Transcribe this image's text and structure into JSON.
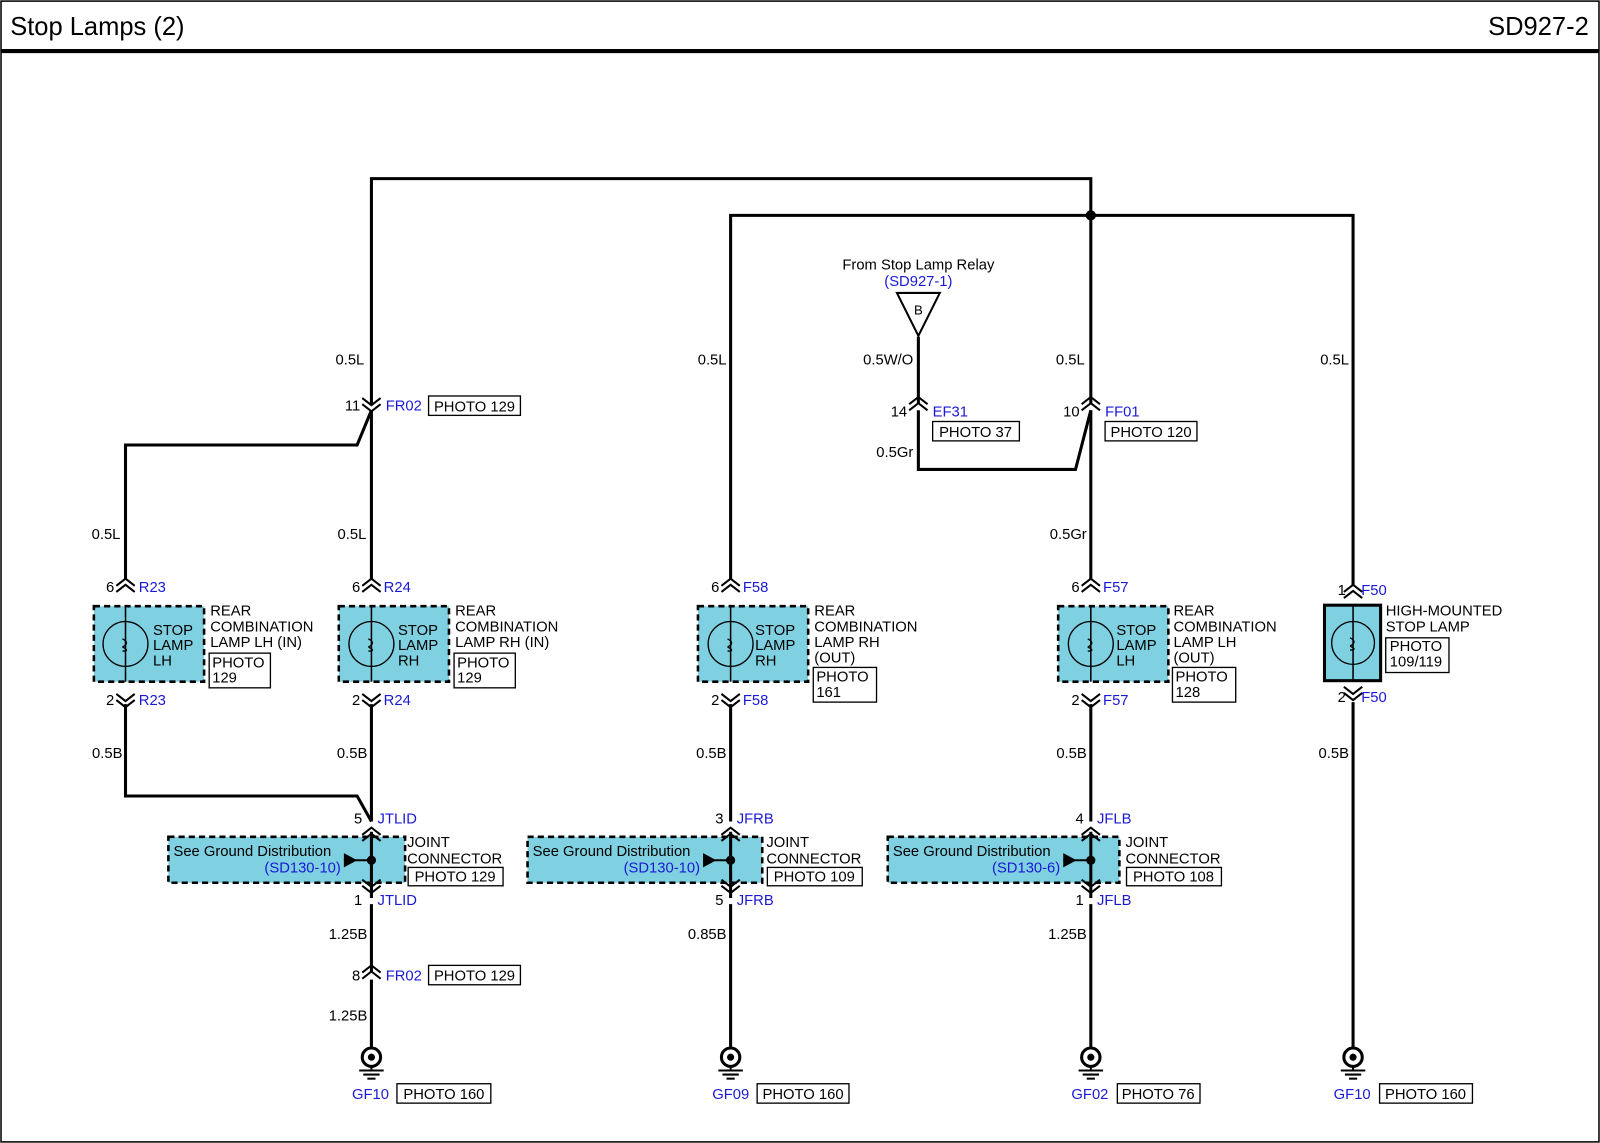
{
  "header": {
    "title": "Stop Lamps (2)",
    "code": "SD927-2"
  },
  "source": {
    "label": "From Stop Lamp Relay",
    "ref": "(SD927-1)",
    "letter": "B"
  },
  "wire_labels": {
    "w1": "0.5L",
    "w2": "0.5L",
    "w3": "0.5W/O",
    "w4": "0.5L",
    "w5": "0.5L",
    "w6": "0.5Gr",
    "w7": "0.5L",
    "w8": "0.5L",
    "w9": "0.5Gr",
    "w10": "0.5B",
    "w11": "0.5B",
    "w12": "0.5B",
    "w13": "0.5B",
    "w14": "0.5B",
    "w15": "1.25B",
    "w16": "0.85B",
    "w17": "1.25B",
    "w18": "1.25B"
  },
  "connectors": {
    "fr02_top": {
      "pin": "11",
      "name": "FR02",
      "photo": "PHOTO 129"
    },
    "ef31": {
      "pin": "14",
      "name": "EF31",
      "photo": "PHOTO 37"
    },
    "ff01": {
      "pin": "10",
      "name": "FF01",
      "photo": "PHOTO 120"
    },
    "fr02_bot": {
      "pin": "8",
      "name": "FR02",
      "photo": "PHOTO 129"
    }
  },
  "lamps": [
    {
      "pin_top": "6",
      "conn_top": "R23",
      "pin_bot": "2",
      "conn_bot": "R23",
      "inner": [
        "STOP",
        "LAMP",
        "LH"
      ],
      "name": [
        "REAR",
        "COMBINATION",
        "LAMP LH (IN)"
      ],
      "photo": [
        "PHOTO",
        "129"
      ]
    },
    {
      "pin_top": "6",
      "conn_top": "R24",
      "pin_bot": "2",
      "conn_bot": "R24",
      "inner": [
        "STOP",
        "LAMP",
        "RH"
      ],
      "name": [
        "REAR",
        "COMBINATION",
        "LAMP RH (IN)"
      ],
      "photo": [
        "PHOTO",
        "129"
      ]
    },
    {
      "pin_top": "6",
      "conn_top": "F58",
      "pin_bot": "2",
      "conn_bot": "F58",
      "inner": [
        "STOP",
        "LAMP",
        "RH"
      ],
      "name": [
        "REAR",
        "COMBINATION",
        "LAMP RH",
        "(OUT)"
      ],
      "photo": [
        "PHOTO",
        "161"
      ]
    },
    {
      "pin_top": "6",
      "conn_top": "F57",
      "pin_bot": "2",
      "conn_bot": "F57",
      "inner": [
        "STOP",
        "LAMP",
        "LH"
      ],
      "name": [
        "REAR",
        "COMBINATION",
        "LAMP LH",
        "(OUT)"
      ],
      "photo": [
        "PHOTO",
        "128"
      ]
    },
    {
      "pin_top": "1",
      "conn_top": "F50",
      "pin_bot": "2",
      "conn_bot": "F50",
      "name": [
        "HIGH-MOUNTED",
        "STOP LAMP"
      ],
      "photo": [
        "PHOTO",
        "109/119"
      ]
    }
  ],
  "joints": [
    {
      "pin_top": "5",
      "conn": "JTLID",
      "pin_bot": "1",
      "conn_bot": "JTLID",
      "gd_text": "See Ground Distribution",
      "gd_ref": "(SD130-10)",
      "name": [
        "JOINT",
        "CONNECTOR"
      ],
      "photo": "PHOTO 129"
    },
    {
      "pin_top": "3",
      "conn": "JFRB",
      "pin_bot": "5",
      "conn_bot": "JFRB",
      "gd_text": "See Ground Distribution",
      "gd_ref": "(SD130-10)",
      "name": [
        "JOINT",
        "CONNECTOR"
      ],
      "photo": "PHOTO 109"
    },
    {
      "pin_top": "4",
      "conn": "JFLB",
      "pin_bot": "1",
      "conn_bot": "JFLB",
      "gd_text": "See Ground Distribution",
      "gd_ref": "(SD130-6)",
      "name": [
        "JOINT",
        "CONNECTOR"
      ],
      "photo": "PHOTO 108"
    }
  ],
  "grounds": [
    {
      "name": "GF10",
      "photo": "PHOTO 160"
    },
    {
      "name": "GF09",
      "photo": "PHOTO 160"
    },
    {
      "name": "GF02",
      "photo": "PHOTO 76"
    },
    {
      "name": "GF10",
      "photo": "PHOTO 160"
    }
  ]
}
